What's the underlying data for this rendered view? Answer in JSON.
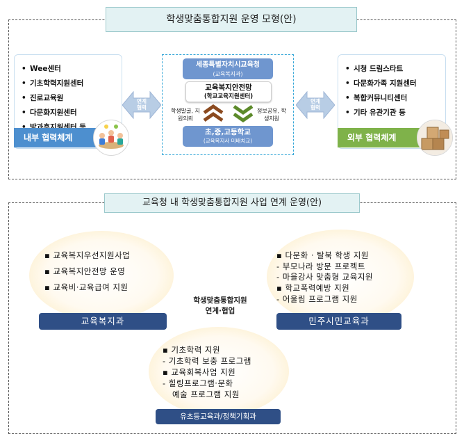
{
  "top": {
    "title": "학생맞춤통합지원 운영 모형(안)",
    "left": {
      "items": [
        "Wee센터",
        "기초학력지원센터",
        "진로교육원",
        "다문화지원센터",
        "방과후지원센터 등"
      ],
      "bar_label": "내부 협력체계",
      "bar_color": "#4d8fcf",
      "arrow_label": "연계 협력"
    },
    "center": {
      "office": "세종특별자치시교육청",
      "office_sub": "(교육복지과)",
      "network": "교육복지안전망",
      "network_sub": "(학교교육지원센터)",
      "left_note": "학생발굴, 지원의뢰",
      "right_note": "정보공유, 학생지원",
      "school": "초,중,고등학교",
      "school_sub": "(교육복지사 미배치교)",
      "pill_color": "#6f96cf"
    },
    "right": {
      "items": [
        "시청 드림스타트",
        "다문화가족 지원센터",
        "복합커뮤니티센터",
        "기타 유관기관 등"
      ],
      "bar_label": "외부 협력체계",
      "bar_color": "#7fb24a",
      "arrow_label": "연계 협력"
    }
  },
  "bottom": {
    "title": "교육청 내 학생맞춤통합지원 사업 연계 운영(안)",
    "left": {
      "items": [
        "▪ 교육복지우선지원사업",
        "▪ 교육복지안전망 운영",
        "▪ 교육비·교육급여 지원"
      ],
      "dept": "교육복지과"
    },
    "right": {
      "items": [
        "▪ 다문화 · 탈북 학생 지원",
        "- 부모나라 방문 프로젝트",
        "- 마을강사 맞춤형 교육지원",
        "▪ 학교폭력예방 지원",
        "- 어울림 프로그램 지원"
      ],
      "dept": "민주시민교육과"
    },
    "center_label_1": "학생맞춤통합지원",
    "center_label_2": "연계·협업",
    "lower": {
      "items": [
        "▪ 기초학력 지원",
        "- 기초학력 보충 프로그램",
        "▪ 교육회복사업 지원",
        "- 힐링프로그램·문화",
        "예술 프로그램 지원"
      ],
      "dept": "유초등교육과/정책기획과"
    },
    "dept_color": "#2f4f86"
  }
}
